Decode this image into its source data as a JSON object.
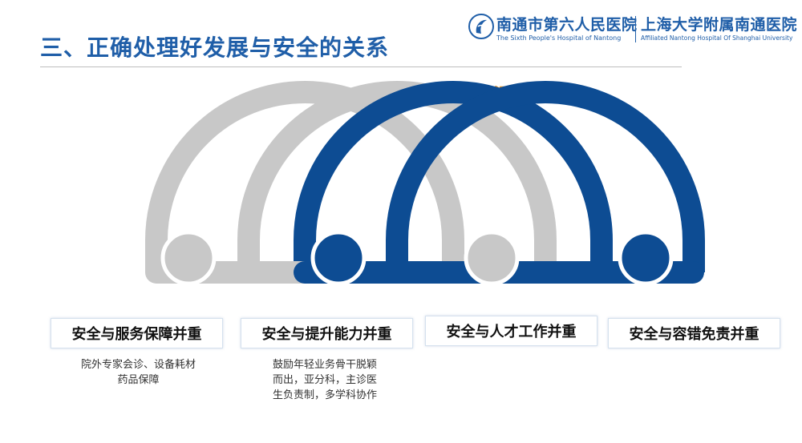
{
  "page": {
    "title": "三、正确处理好发展与安全的关系",
    "subtitle": "整出发展、整出规范、整出温情"
  },
  "logo": {
    "hospital_name": "南通市第六人民医院",
    "hospital_name_en": "The Sixth People's Hospital of Nantong",
    "affiliation_name": "上海大学附属南通医院",
    "affiliation_name_en": "Affiliated Nantong Hospital Of Shanghai University",
    "icon": "hospital-emblem-icon"
  },
  "pillars": [
    {
      "label": "安全与服务保障并重",
      "description_lines": [
        "院外专家会诊、设备耗材",
        "药品保障"
      ]
    },
    {
      "label": "安全与提升能力并重",
      "description_lines": [
        "鼓励年轻业务骨干脱颖",
        "而出，亚分科，主诊医",
        "生负责制，多学科协作"
      ]
    },
    {
      "label": "安全与人才工作并重",
      "description_lines": []
    },
    {
      "label": "安全与容错免责并重",
      "description_lines": []
    }
  ],
  "colors": {
    "title_blue": "#1f5ea8",
    "subtitle_orange": "#e8911f",
    "ring_gray": "#c8c8c8",
    "ring_blue": "#0d4c93"
  }
}
